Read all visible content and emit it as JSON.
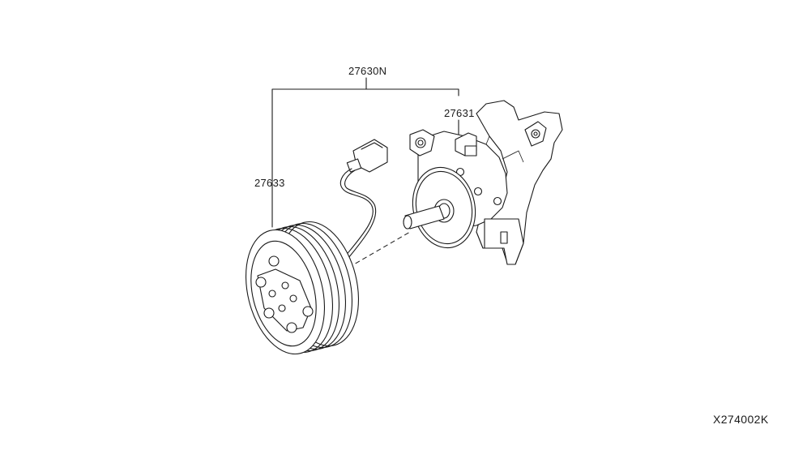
{
  "labels": {
    "assembly": "27630N",
    "compressor": "27631",
    "clutch": "27633"
  },
  "diagram_code": "X274002K"
}
